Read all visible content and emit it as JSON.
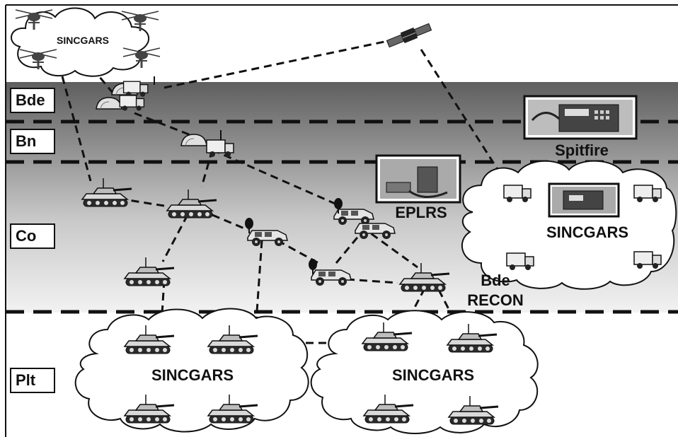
{
  "echelons": {
    "bde": "Bde",
    "bn": "Bn",
    "co": "Co",
    "plt": "Plt"
  },
  "clouds": {
    "aviation": "SINCGARS",
    "recon": "SINCGARS",
    "plt_left": "SINCGARS",
    "plt_right": "SINCGARS"
  },
  "systems": {
    "spitfire": "Spitfire",
    "eplrs": "EPLRS",
    "recon_line1": "Bde",
    "recon_line2": "RECON"
  },
  "colors": {
    "band_dark": "#6e6e6e",
    "band_light": "#e6e6e6",
    "line": "#111111",
    "cloud_fill": "#ffffff"
  }
}
